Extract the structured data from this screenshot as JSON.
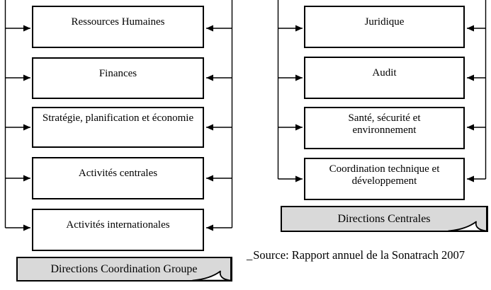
{
  "figure": {
    "left_column": {
      "boxes": [
        "Ressources Humaines",
        "Finances",
        "Stratégie, planification et économie",
        "Activités centrales",
        "Activités internationales"
      ],
      "banner": "Directions Coordination Groupe"
    },
    "right_column": {
      "boxes": [
        "Juridique",
        "Audit",
        "Santé, sécurité et environnement",
        "Coordination technique et développement"
      ],
      "banner": "Directions Centrales"
    },
    "source_mark": "_",
    "source": "Source: Rapport annuel de la Sonatrach 2007",
    "colors": {
      "banner_fill": "#d9d9d9",
      "line_color": "#000000",
      "background": "#ffffff"
    }
  }
}
